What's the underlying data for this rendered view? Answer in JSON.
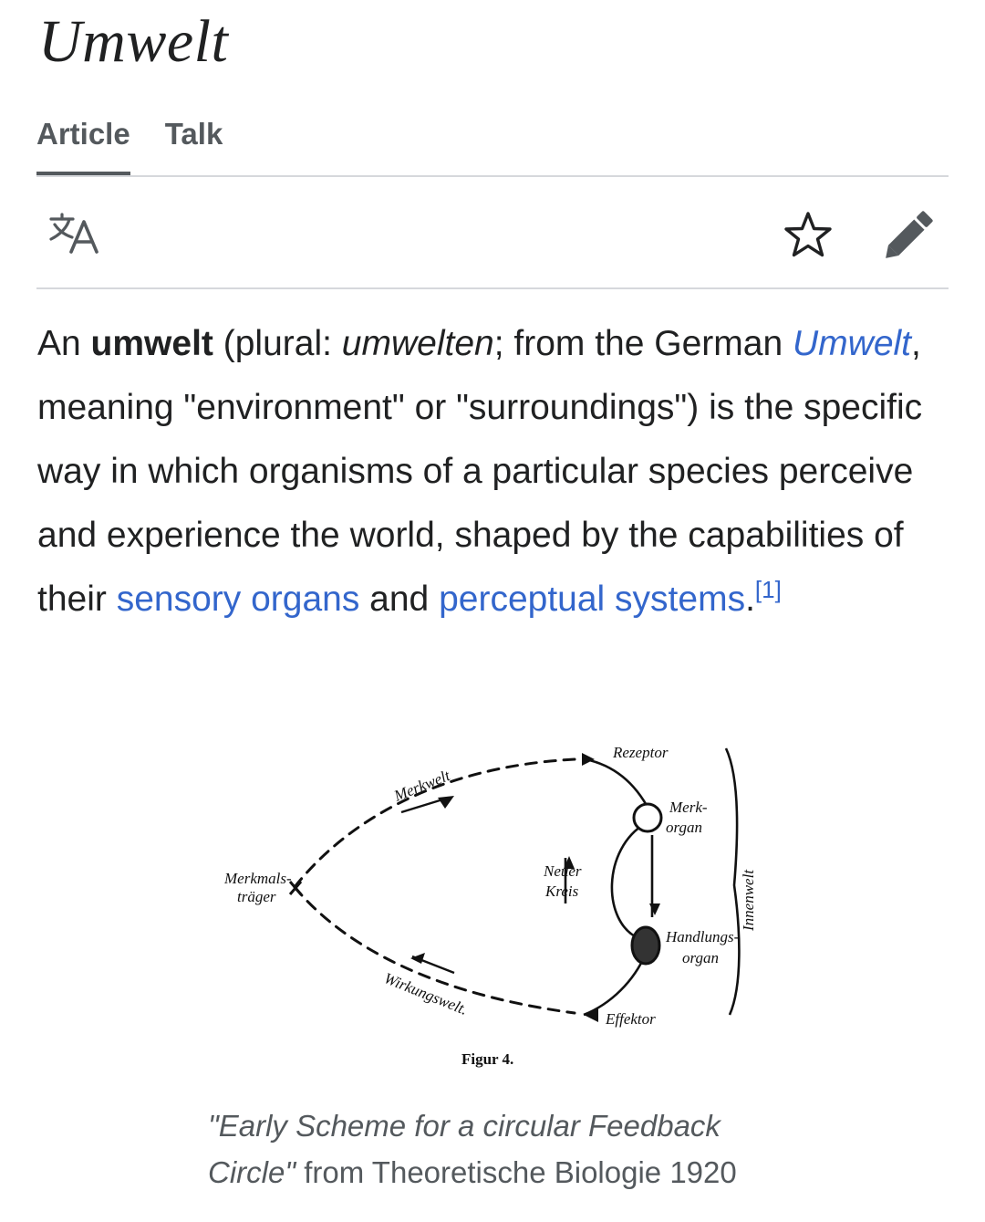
{
  "page": {
    "title": "Umwelt"
  },
  "tabs": [
    {
      "label": "Article",
      "active": true
    },
    {
      "label": "Talk",
      "active": false
    }
  ],
  "toolbar": {
    "language_icon": "translate-icon",
    "watch_icon": "star-icon",
    "edit_icon": "pencil-icon"
  },
  "lead": {
    "t1": "An ",
    "bold_term": "umwelt",
    "t2": " (plural: ",
    "plural_term": "umwelten",
    "t3": "; from the German ",
    "link_umwelt": "Umwelt",
    "t4": ", meaning \"environment\" or \"surroundings\") is the specific way in which organisms of a particular species perceive and experience the world, shaped by the capabilities of their ",
    "link_sensory": "sensory organs",
    "t5": " and ",
    "link_perceptual": "perceptual systems",
    "t6": ".",
    "ref": "[1]"
  },
  "figure": {
    "labels": {
      "receptor": "Rezeptor",
      "merkwelt": "Merkwelt",
      "merkorgan_1": "Merk-",
      "merkorgan_2": "organ",
      "merkmalstraeger_1": "Merkmals-",
      "merkmalstraeger_2": "träger",
      "neuer_kreis_1": "Neuer",
      "neuer_kreis_2": "Kreis",
      "innenwelt": "Innenwelt",
      "handlungsorgan_1": "Handlungs-",
      "handlungsorgan_2": "organ",
      "wirkungswelt": "Wirkungswelt.",
      "effektor": "Effektor",
      "figur": "Figur 4."
    },
    "caption_quote": "\"Early Scheme for a circular Feedback Circle\"",
    "caption_rest": " from Theoretische Biologie 1920"
  },
  "colors": {
    "link": "#3366cc",
    "text": "#202122",
    "muted": "#54595d",
    "rule": "#d6d8dc"
  }
}
